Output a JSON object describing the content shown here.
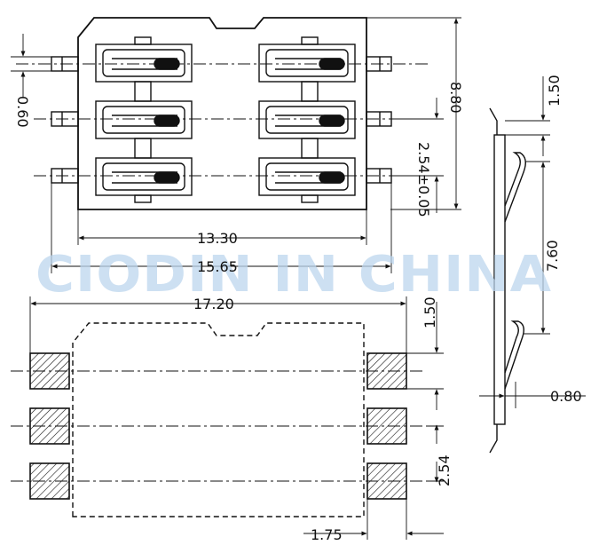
{
  "watermark": "CIODIN IN CHINA",
  "dimensions": {
    "d_0_60": "0.60",
    "d_8_80": "8.80",
    "d_2_54_tol": "2.54±0.05",
    "d_13_30": "13.30",
    "d_15_65": "15.65",
    "d_17_20": "17.20",
    "d_1_50_footprint": "1.50",
    "d_2_54_footprint": "2.54",
    "d_1_75": "1.75",
    "d_1_50_side": "1.50",
    "d_7_60": "7.60",
    "d_0_80": "0.80"
  },
  "colors": {
    "line": "#111111",
    "watermark": "#bcd6ee",
    "background": "#ffffff"
  }
}
